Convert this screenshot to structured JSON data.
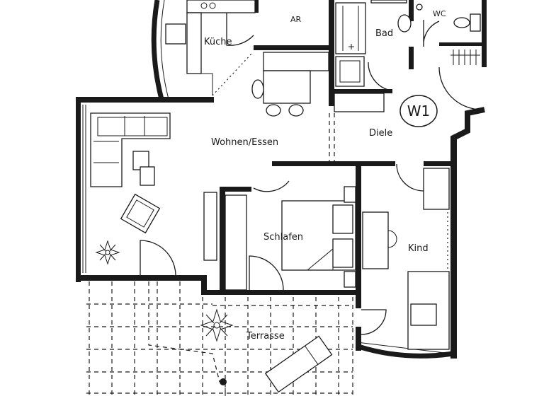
{
  "plan": {
    "unit_label": "W1",
    "rooms": {
      "kueche": "Küche",
      "ar": "AR",
      "bad": "Bad",
      "wc": "WC",
      "wohnen": "Wohnen/Essen",
      "diele": "Diele",
      "schlafen": "Schlafen",
      "kind": "Kind",
      "terrasse": "Terrasse"
    }
  }
}
